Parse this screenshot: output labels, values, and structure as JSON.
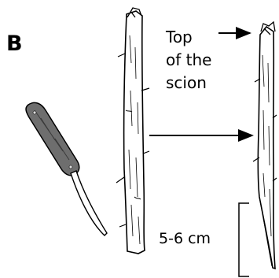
{
  "panel": {
    "letter": "B"
  },
  "labels": {
    "top_line1": "Top",
    "top_line2": "of the",
    "top_line3": "scion",
    "length": "5-6 cm"
  },
  "icons": {
    "knife": "grafting-knife-icon",
    "scion_before": "scion-stick-icon",
    "scion_after": "cut-scion-stick-icon"
  },
  "colors": {
    "ink": "#000000",
    "knife_handle": "#6e6e6e",
    "background": "#ffffff"
  }
}
